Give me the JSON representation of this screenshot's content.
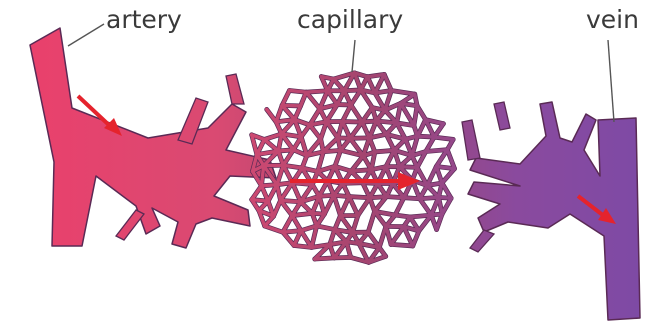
{
  "labels": {
    "artery": "artery",
    "capillary": "capillary",
    "vein": "vein"
  },
  "colors": {
    "artery": "#ec3f6b",
    "capillary_mid": "#a4456f",
    "vein": "#7c4aa6",
    "vessel_outline": "#5a2a55",
    "flow_arrow": "#e5232d"
  },
  "icons": [
    "flow-arrow-icon"
  ]
}
